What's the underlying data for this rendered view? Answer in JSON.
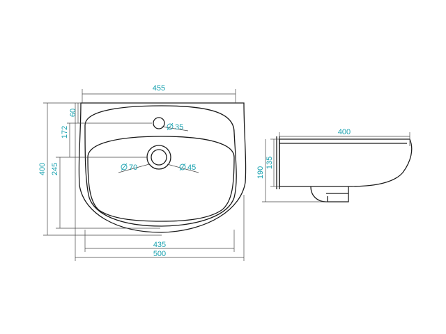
{
  "front_view": {
    "width_top": "455",
    "width_inner": "435",
    "width_total": "500",
    "height_total": "400",
    "height_bowl": "245",
    "height_tap": "172",
    "tap_offset": "60",
    "tap_hole_diameter": "35",
    "drain_outer_diameter": "70",
    "drain_inner_diameter": "45"
  },
  "side_view": {
    "depth": "400",
    "height_body": "135",
    "height_total": "190"
  },
  "colors": {
    "dimension_text": "#1aa2b0",
    "outline": "#1a1a1a"
  }
}
